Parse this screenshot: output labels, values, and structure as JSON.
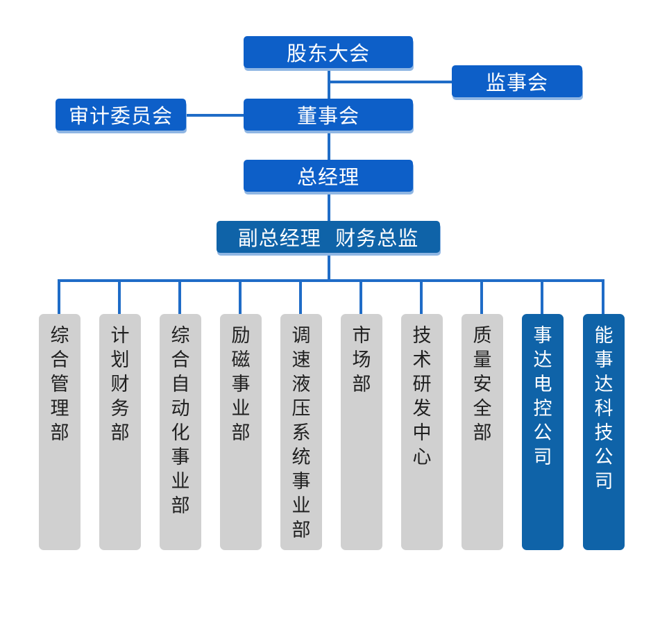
{
  "top": {
    "shareholders": "股东大会",
    "supervisory_board": "监事会",
    "audit_committee": "审计委员会",
    "board": "董事会",
    "general_manager": "总经理",
    "deputy": "副总经理  财务总监"
  },
  "departments": [
    {
      "label": "综合管理部",
      "style": "gray"
    },
    {
      "label": "计划财务部",
      "style": "gray"
    },
    {
      "label": "综合自动化事业部",
      "style": "gray"
    },
    {
      "label": "励磁事业部",
      "style": "gray"
    },
    {
      "label": "调速液压系统事业部",
      "style": "gray"
    },
    {
      "label": "市场部",
      "style": "gray"
    },
    {
      "label": "技术研发中心",
      "style": "gray"
    },
    {
      "label": "质量安全部",
      "style": "gray"
    },
    {
      "label": "事达电控公司",
      "style": "subsidiary"
    },
    {
      "label": "能事达科技公司",
      "style": "subsidiary"
    }
  ],
  "colors": {
    "primary_box": "#0d5fc8",
    "deputy_box": "#0f63a8",
    "connector": "#1f6cc7",
    "department_gray": "#d0d0d0",
    "subsidiary_box": "#0f63a8"
  }
}
